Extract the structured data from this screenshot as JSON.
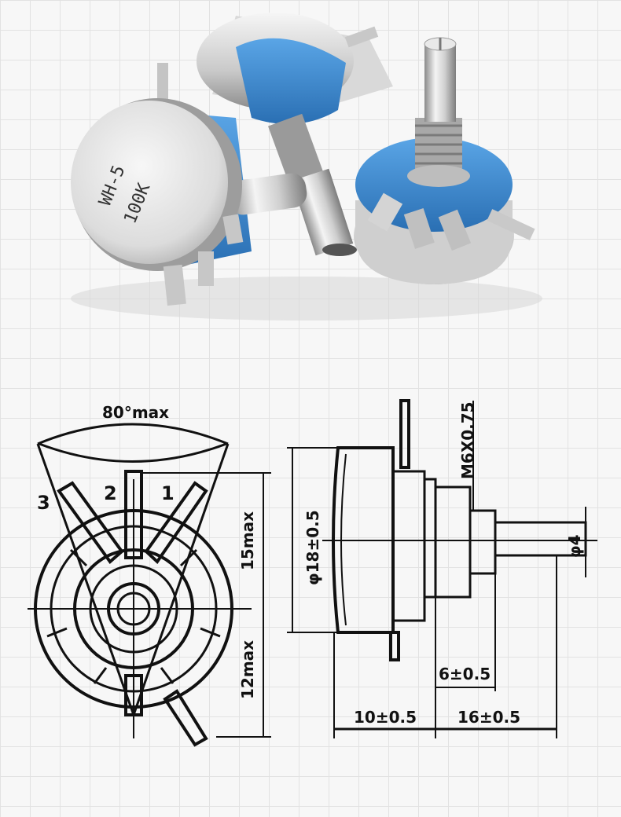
{
  "photo": {
    "case_marking": {
      "model": "WH-5",
      "value": "100K"
    },
    "colors": {
      "metal_light": "#f2f2f2",
      "metal_dark": "#8d8d8d",
      "plastic_blue": "#3f8fd6",
      "plastic_dark": "#2a6fb3"
    }
  },
  "diagram": {
    "front_view": {
      "angle_label": "80°max",
      "pin_labels": [
        "3",
        "2",
        "1"
      ],
      "dim_top": "15max",
      "dim_bottom": "12max"
    },
    "side_view": {
      "thread_label": "M6X0.75",
      "body_diameter": "φ18±0.5",
      "shaft_diameter": "φ4",
      "bushing_length": "6±0.5",
      "body_depth": "10±0.5",
      "shaft_length": "16±0.5"
    }
  }
}
